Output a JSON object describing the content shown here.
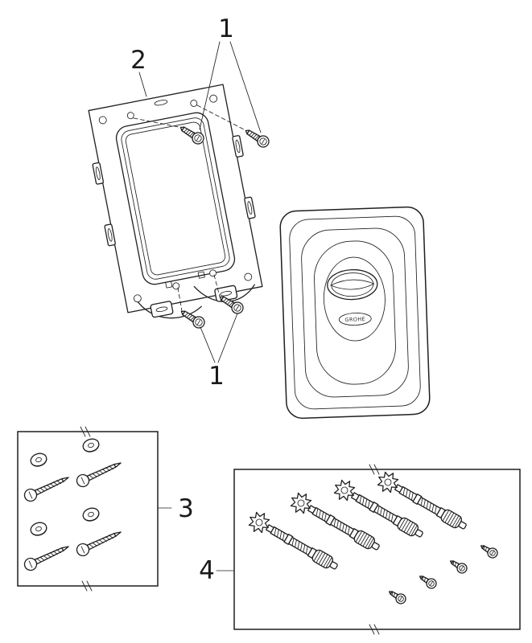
{
  "diagram": {
    "labels": {
      "screws_top": "1",
      "frame": "2",
      "screws_bottom": "1",
      "screw_washer_kit": "3",
      "spindle_kit": "4"
    },
    "plate": {
      "brand": "GROHE"
    },
    "colors": {
      "line": "#1f1f1f",
      "background": "#ffffff"
    }
  }
}
